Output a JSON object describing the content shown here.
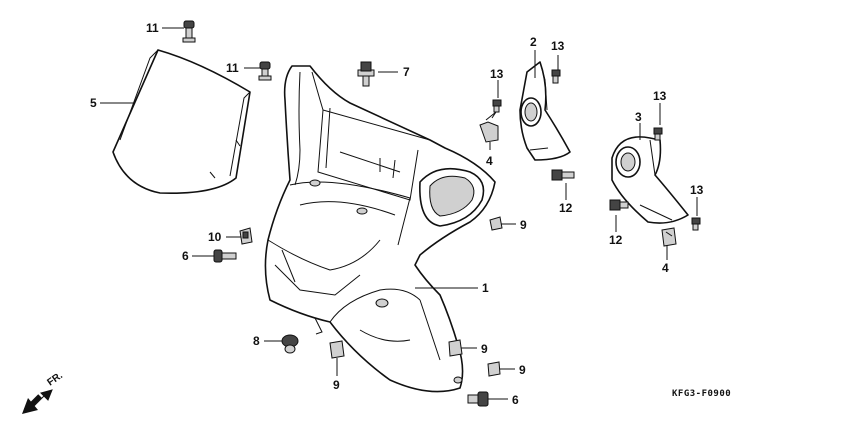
{
  "callouts": {
    "c11a": "11",
    "c11b": "11",
    "c5": "5",
    "c7": "7",
    "c2": "2",
    "c13a": "13",
    "c13b": "13",
    "c13c": "13",
    "c13d": "13",
    "c3": "3",
    "c4a": "4",
    "c4b": "4",
    "c12a": "12",
    "c12b": "12",
    "c9a": "9",
    "c9b": "9",
    "c9c": "9",
    "c9d": "9",
    "c10": "10",
    "c6a": "6",
    "c6b": "6",
    "c8": "8",
    "c1": "1"
  },
  "direction_label": "FR.",
  "diagram_code": "KFG3-F0900"
}
